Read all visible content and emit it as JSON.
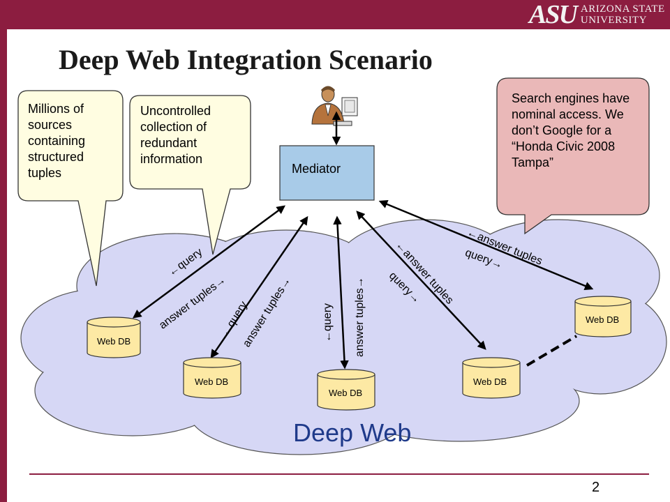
{
  "header": {
    "logo_mark": "ASU",
    "logo_line1": "ARIZONA STATE",
    "logo_line2": "UNIVERSITY"
  },
  "slide": {
    "title": "Deep Web Integration Scenario",
    "page_number": "2"
  },
  "callouts": {
    "sources": "Millions of sources containing structured tuples",
    "uncontrolled": "Uncontrolled collection of redundant information",
    "search": "Search engines have nominal access. We don’t Google for a “Honda Civic 2008 Tampa”"
  },
  "mediator": {
    "label": "Mediator"
  },
  "cloud": {
    "label": "Deep Web"
  },
  "databases": {
    "label": "Web DB"
  },
  "edge_labels": {
    "query": "←query",
    "answer": "answer tuples→",
    "answer_back": "←answer tuples",
    "query_fwd": "query→"
  },
  "colors": {
    "brand": "#8c1d40",
    "cloud": "#d6d7f5",
    "mediator": "#a8cbe8",
    "db": "#fde9a4",
    "callout_yellow": "#fffde1",
    "callout_pink": "#eab8b8"
  }
}
